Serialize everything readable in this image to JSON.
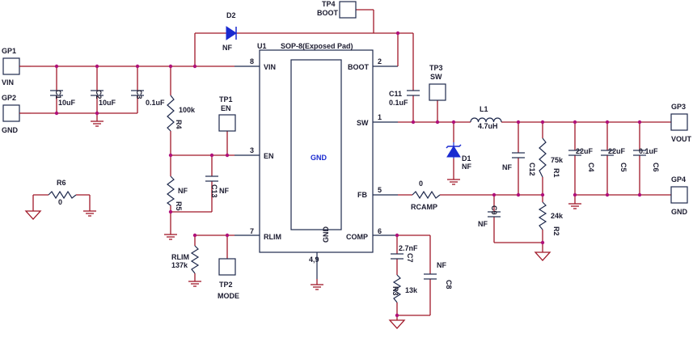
{
  "ic": {
    "ref": "U1",
    "package": "SOP-8(Exposed Pad)",
    "pad": "GND",
    "gnd_pin": "GND",
    "gnd_pin_num": "4,9"
  },
  "pins": {
    "vin": {
      "num": "8",
      "name": "VIN"
    },
    "boot": {
      "num": "2",
      "name": "BOOT"
    },
    "sw": {
      "num": "1",
      "name": "SW"
    },
    "en": {
      "num": "3",
      "name": "EN"
    },
    "fb": {
      "num": "5",
      "name": "FB"
    },
    "rlim": {
      "num": "7",
      "name": "RLIM"
    },
    "comp": {
      "num": "6",
      "name": "COMP"
    }
  },
  "gp1": {
    "ref": "GP1",
    "net": "VIN"
  },
  "gp2": {
    "ref": "GP2",
    "net": "GND"
  },
  "gp3": {
    "ref": "GP3",
    "net": "VOUT"
  },
  "gp4": {
    "ref": "GP4",
    "net": "GND"
  },
  "tp1": {
    "ref": "TP1",
    "net": "EN"
  },
  "tp2": {
    "ref": "TP2",
    "net": "MODE"
  },
  "tp3": {
    "ref": "TP3",
    "net": "SW"
  },
  "tp4": {
    "ref": "TP4",
    "net": "BOOT"
  },
  "d1": {
    "ref": "D1",
    "value": "NF"
  },
  "d2": {
    "ref": "D2",
    "value": "NF"
  },
  "l1": {
    "ref": "L1",
    "value": "4.7uH"
  },
  "c1": {
    "ref": "C1",
    "value": "10uF"
  },
  "c2": {
    "ref": "C2",
    "value": "10uF"
  },
  "c3": {
    "ref": "C3",
    "value": "0.1uF"
  },
  "c4": {
    "ref": "C4",
    "value": "22uF"
  },
  "c5": {
    "ref": "C5",
    "value": "22uF"
  },
  "c6": {
    "ref": "C6",
    "value": "0.1uF"
  },
  "c7": {
    "ref": "C7",
    "value": "2.7nF"
  },
  "c8": {
    "ref": "C8",
    "value": "NF"
  },
  "c9": {
    "ref": "C9",
    "value": "NF"
  },
  "c11": {
    "ref": "C11",
    "value": "0.1uF"
  },
  "c12": {
    "ref": "C12",
    "value": "NF"
  },
  "c13": {
    "ref": "C13",
    "value": "NF"
  },
  "r1": {
    "ref": "R1",
    "value": "75k"
  },
  "r2": {
    "ref": "R2",
    "value": "24k"
  },
  "r3": {
    "ref": "R3",
    "value": "13k"
  },
  "r4": {
    "ref": "R4",
    "value": "100k"
  },
  "r5": {
    "ref": "R5",
    "value": "NF"
  },
  "r6": {
    "ref": "R6",
    "value": "0"
  },
  "rcamp": {
    "ref": "RCAMP",
    "value": "0"
  },
  "rlim": {
    "ref": "RLIM",
    "value": "137k"
  }
}
